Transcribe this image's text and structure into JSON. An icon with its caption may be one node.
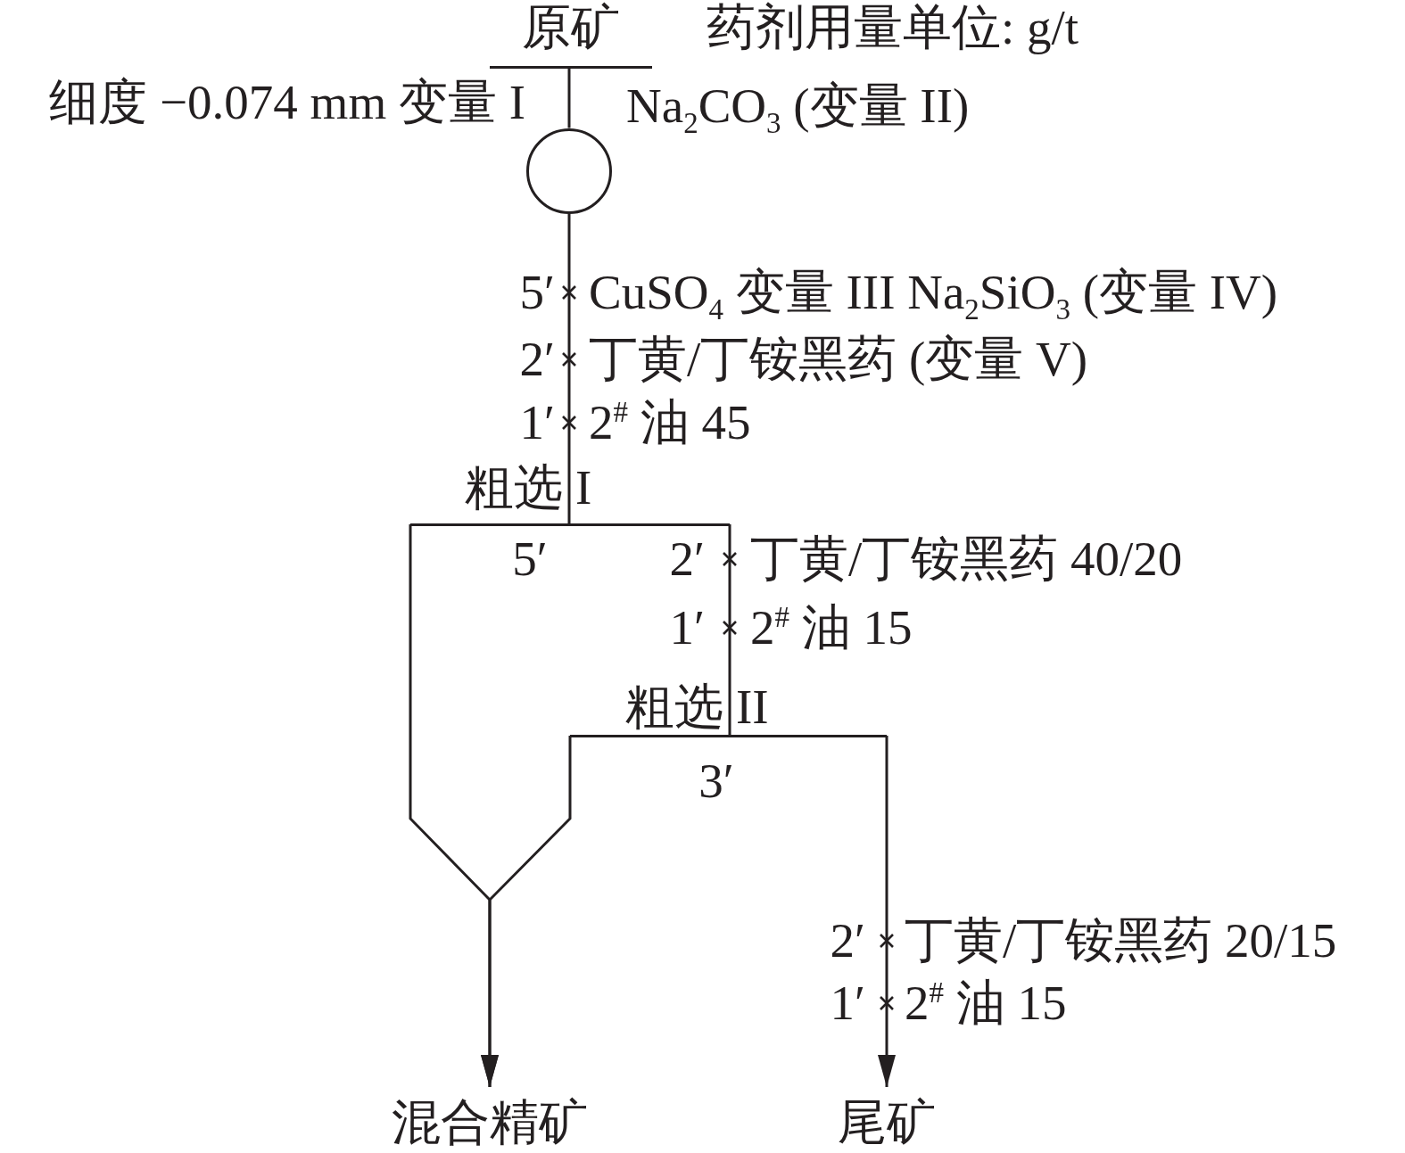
{
  "diagram": {
    "nodes": [
      {
        "text": [
          "原矿"
        ]
      },
      {
        "text": [],
        "shape": "circle"
      },
      {
        "text": [
          "粗选 I"
        ],
        "beside": [
          "5′"
        ]
      },
      {
        "text": [
          "粗选 II"
        ],
        "beside": [
          "3′"
        ]
      },
      {
        "text": [
          "混合精矿"
        ]
      },
      {
        "text": [
          "尾矿"
        ]
      }
    ],
    "edges": [
      {
        "from": 0,
        "to": 1,
        "arrow": "none"
      },
      {
        "from": 1,
        "to": 2,
        "arrow": "none"
      },
      {
        "from": 2,
        "to": 3,
        "arrow": "none"
      },
      {
        "from": 2,
        "to": 4,
        "arrow": "to"
      },
      {
        "from": 3,
        "to": 4,
        "arrow": "to"
      },
      {
        "from": 3,
        "to": 5,
        "arrow": "to"
      }
    ],
    "labels": [
      "药剂用量单位: g/t",
      "细度 −0.074 mm 变量 I",
      "Na$_{2}$CO$_{3}$ (变量 II)",
      "5′",
      "CuSO$_{4}$ 变量 III Na$_{2}$SiO$_{3}$ (变量 IV)",
      "2′",
      "丁黄/丁铵黑药 (变量 V)",
      "1′",
      "2$^{#}$ 油 45",
      "2′",
      "丁黄/丁铵黑药 40/20",
      "1′",
      "2$^{#}$ 油 15",
      "2′",
      "丁黄/丁铵黑药 20/15",
      "1′",
      "2$^{#}$ 油 15"
    ]
  }
}
